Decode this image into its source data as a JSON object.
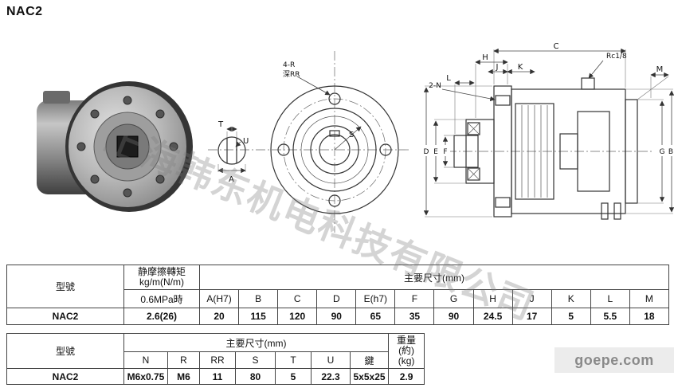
{
  "page": {
    "title": "NAC2"
  },
  "watermark": {
    "text": "上海韩东机电科技有限公司",
    "site": "goepe.com"
  },
  "front_view": {
    "note_line1": "4-R",
    "note_line2": "深RR",
    "t": "T",
    "u": "U",
    "a": "A",
    "s": "S"
  },
  "section_view": {
    "c": "C",
    "h": "H",
    "j": "J",
    "k": "K",
    "l": "L",
    "m": "M",
    "rc": "Rc1/8",
    "n": "2-N",
    "d": "D",
    "e": "E",
    "f": "F",
    "g": "G",
    "b": "B"
  },
  "table1": {
    "model_header": "型號",
    "torque_line1": "静摩擦轉矩",
    "torque_line2": "kg/m(N/m)",
    "torque_sub": "0.6MPa時",
    "dims_header": "主要尺寸(mm)",
    "dim_cols": [
      "A(H7)",
      "B",
      "C",
      "D",
      "E(h7)",
      "F",
      "G",
      "H",
      "J",
      "K",
      "L",
      "M"
    ],
    "row": {
      "model": "NAC2",
      "torque": "2.6(26)",
      "values": [
        "20",
        "115",
        "120",
        "90",
        "65",
        "35",
        "90",
        "24.5",
        "17",
        "5",
        "5.5",
        "18"
      ]
    }
  },
  "table2": {
    "model_header": "型號",
    "dims_header": "主要尺寸(mm)",
    "weight_line1": "重量(約)",
    "weight_line2": "(kg)",
    "dim_cols": [
      "N",
      "R",
      "RR",
      "S",
      "T",
      "U",
      "鍵"
    ],
    "row": {
      "model": "NAC2",
      "values": [
        "M6x0.75",
        "M6",
        "11",
        "80",
        "5",
        "22.3",
        "5x5x25"
      ],
      "weight": "2.9"
    }
  }
}
